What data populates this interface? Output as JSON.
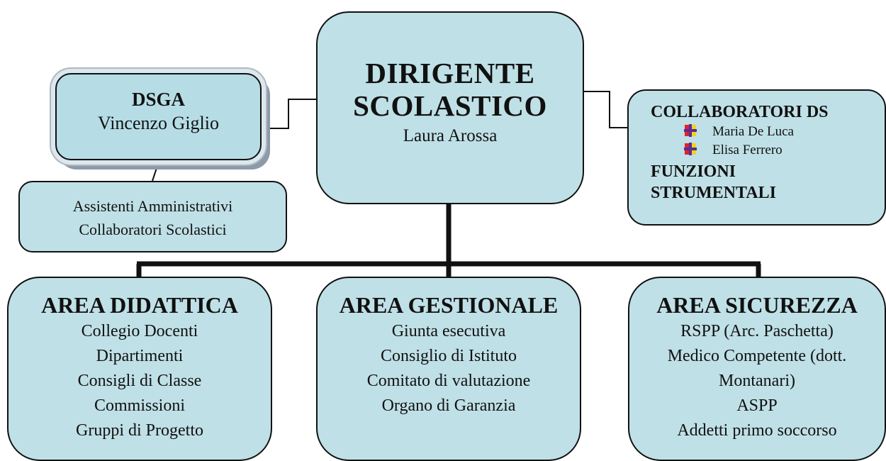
{
  "dirigente": {
    "title_line1": "DIRIGENTE",
    "title_line2": "SCOLASTICO",
    "name": "Laura Arossa"
  },
  "dsga": {
    "title": "DSGA",
    "name": "Vincenzo Giglio"
  },
  "assistenti": {
    "line1": "Assistenti Amministrativi",
    "line2": "Collaboratori  Scolastici"
  },
  "collaboratori": {
    "title": "COLLABORATORI DS",
    "members": [
      "Maria De Luca",
      "Elisa Ferrero"
    ],
    "funzioni_line1": "FUNZIONI",
    "funzioni_line2": "STRUMENTALI"
  },
  "areas": [
    {
      "title": "AREA DIDATTICA",
      "items": [
        "Collegio Docenti",
        "Dipartimenti",
        "Consigli di Classe",
        "Commissioni",
        "Gruppi di Progetto"
      ]
    },
    {
      "title": "AREA GESTIONALE",
      "items": [
        "Giunta esecutiva",
        "Consiglio di Istituto",
        "Comitato di valutazione",
        "Organo di Garanzia"
      ]
    },
    {
      "title": "AREA SICUREZZA",
      "items": [
        "RSPP (Arc. Paschetta)",
        "Medico Competente (dott.",
        "Montanari)",
        "ASPP",
        "Addetti primo soccorso"
      ]
    }
  ],
  "colors": {
    "box_fill": "#bfe0e6",
    "border": "#111111",
    "bullet_red": "#e0202a",
    "bullet_purple": "#5a2d91",
    "bullet_yellow": "#f2d21b"
  }
}
